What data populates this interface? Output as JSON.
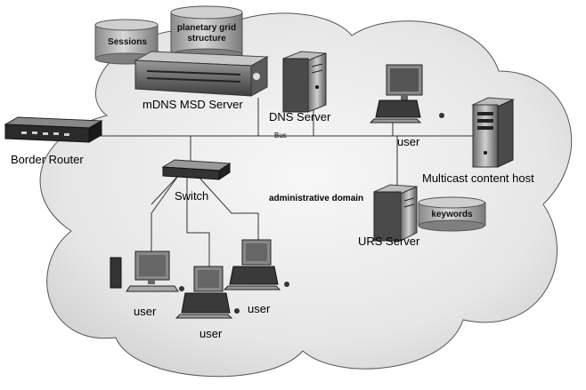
{
  "labels": {
    "sessions": "Sessions",
    "planetary_grid_line1": "planetary grid",
    "planetary_grid_line2": "structure",
    "mdns_msd_server": "mDNS MSD Server",
    "dns_server": "DNS Server",
    "bus": "Bus",
    "border_router": "Border Router",
    "switch": "Switch",
    "administrative_domain": "administrative domain",
    "keywords": "keywords",
    "urs_server": "URS Server",
    "multicast_content_host": "Multicast content host",
    "user_top": "user",
    "user_left": "user",
    "user_mid": "user",
    "user_right": "user"
  }
}
